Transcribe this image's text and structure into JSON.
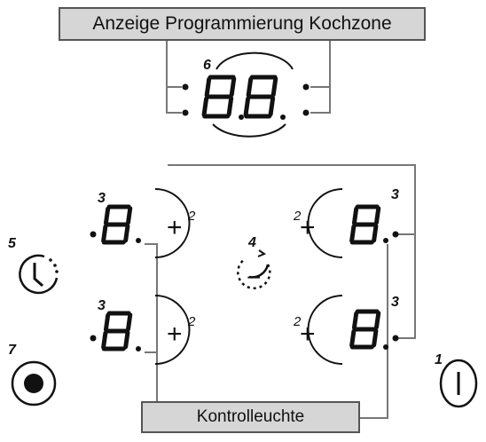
{
  "labels": {
    "programming_display": "Anzeige Programmierung Kochzone",
    "indicator_light": "Kontrolleuchte"
  },
  "callouts": {
    "power": "1",
    "plus": "2",
    "zone_display": "3",
    "minus": "4",
    "timer": "5",
    "timer_display": "6",
    "lock": "7"
  },
  "glyphs": {
    "seven_segment": "8",
    "plus": "+",
    "minus": "−"
  },
  "icons": {
    "timer": "clock-icon",
    "minus": "minus-dial-icon",
    "power": "power-icon",
    "lock": "record-button-icon"
  }
}
